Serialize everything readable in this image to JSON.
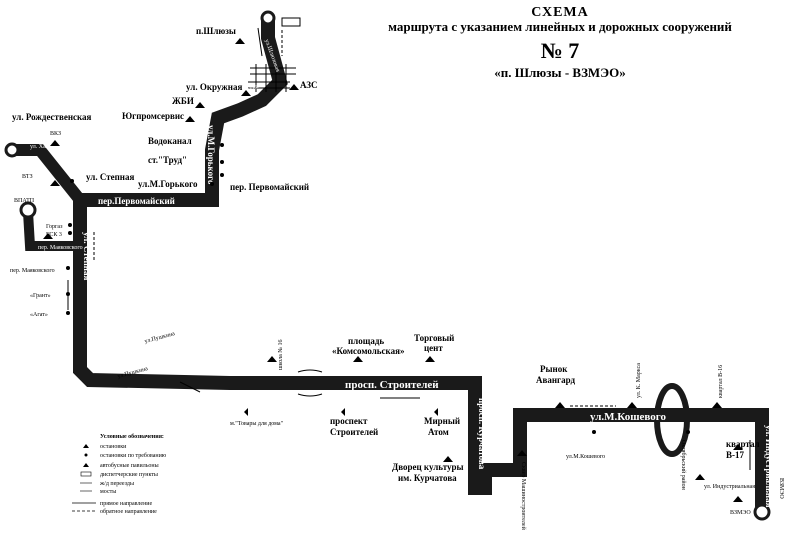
{
  "header": {
    "line1": "СХЕМА",
    "line2": "маршрута с указанием линейных и дорожных сооружений",
    "number": "№ 7",
    "route": "«п. Шлюзы - ВЗМЭО»"
  },
  "streets": {
    "hanin": "ул. Ханин",
    "pervomaisky": "пер.Первомайский",
    "stepnaya_v": "ул. Степная",
    "stepnaya_d": "ул. Степная",
    "strojteley": "просп. Строителей",
    "kurchatova": "просп. Курчатова",
    "koshevogo": "ул.М.Кошевого",
    "industrialnaya": "ул. Индустриальная",
    "gorkogo": "ул.М.Горького",
    "okruzhnaya_s": "ул.Окружная",
    "shluzovaya": "ул.Шлюзовая",
    "mayakovskogo": "пер. Маяковского",
    "pushkina1": "ул.Пушкина",
    "pushkina2": "ул.Пушкина"
  },
  "labels": {
    "shluzy": "п.Шлюзы",
    "okruzhnaya": "ул. Окружная",
    "azs": "АЗС",
    "zhbi": "ЖБИ",
    "yugprom": "Югпромсервис",
    "vodokanal": "Водоканал",
    "trud": "ст.\"Труд\"",
    "gorkogo_stop": "ул.М.Горького",
    "pervomaysky_lane": "пер. Первомайский",
    "rozhd": "ул. Рождественская",
    "vkz": "ВКЗ",
    "vtz": "ВТЗ",
    "stepnaya_stop": "ул. Степная",
    "vpatp": "ВПАТП",
    "gorgaz": "Горгаз",
    "gsk": "ГСК 3",
    "mayak_lane": "пер. Маяковского",
    "grant": "«Грант»",
    "agat": "«Агат»",
    "school": "школа № 16",
    "tovary": "м.\"Товары для дома\"",
    "ploshad1": "площадь",
    "ploshad2": "«Комсомольская»",
    "prospekt1": "проспект",
    "prospekt2": "Строителей",
    "torg1": "Торговый",
    "torg2": "цент",
    "mirny1": "Мирный",
    "mirny2": "Атом",
    "dvorec1": "Дворец культуры",
    "dvorec2": "им. Курчатова",
    "skver": "Сквер Машиностроителей",
    "rynok1": "Рынок",
    "rynok2": "Авангард",
    "marksa": "ул. К. Маркса",
    "kvartal16": "квартал В-16",
    "koshevogo_stop": "ул.М.Кошевого",
    "oktyabr": "Октябрьский район",
    "kvartal17a": "квартал",
    "kvartal17b": "В-17",
    "industr_stop": "ул. Индустриальная",
    "vzmeo": "ВЗМЭО",
    "vzmeo2": "ВЗМЭО"
  },
  "legend": {
    "title": "Условные обозначения:",
    "items": [
      "остановки",
      "остановки по требованию",
      "автобусные павильоны",
      "диспетчерские пункты",
      "ж/д переезды",
      "мосты",
      "прямое направление",
      "обратное направление"
    ]
  },
  "colors": {
    "route": "#1a1a1a",
    "text": "#000000",
    "background": "#ffffff"
  }
}
